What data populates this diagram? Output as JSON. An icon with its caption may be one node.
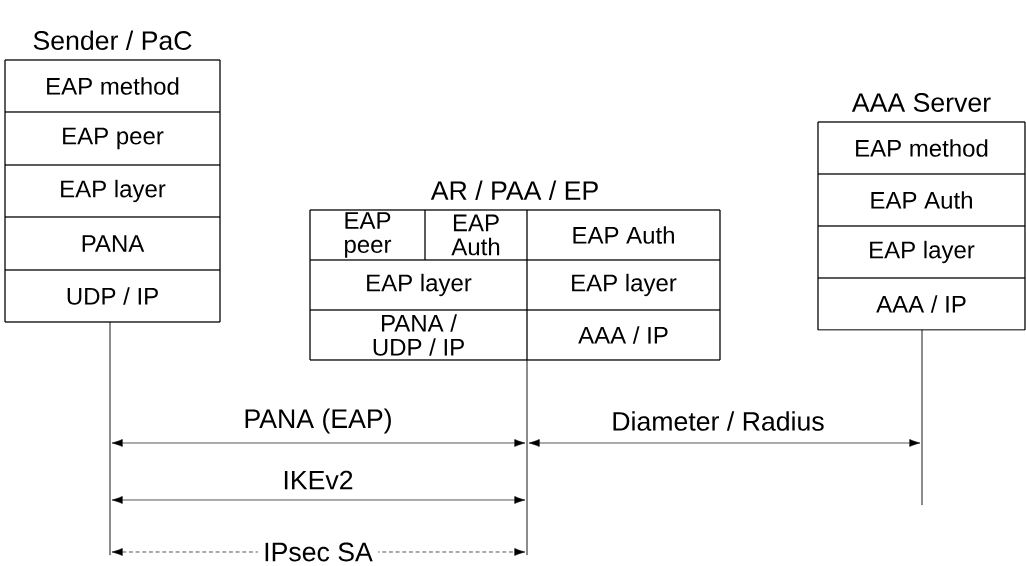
{
  "diagram": {
    "nodes": [
      {
        "text": [
          "Sender / PaC"
        ]
      },
      {
        "text": [
          "EAP method"
        ],
        "in": 0
      },
      {
        "text": [
          "EAP peer"
        ],
        "in": 0
      },
      {
        "text": [
          "EAP layer"
        ],
        "in": 0
      },
      {
        "text": [
          "PANA"
        ],
        "in": 0
      },
      {
        "text": [
          "UDP / IP"
        ],
        "in": 0
      },
      {
        "text": [
          "AR / PAA / EP"
        ]
      },
      {
        "text": [
          "EAP peer"
        ],
        "in": 6
      },
      {
        "text": [
          "EAP Auth"
        ],
        "in": 6
      },
      {
        "text": [
          "EAP Auth"
        ],
        "in": 6
      },
      {
        "text": [
          "EAP layer"
        ],
        "in": 6
      },
      {
        "text": [
          "EAP layer"
        ],
        "in": 6
      },
      {
        "text": [
          "PANA / UDP / IP"
        ],
        "in": 6
      },
      {
        "text": [
          "AAA / IP"
        ],
        "in": 6
      },
      {
        "text": [
          "AAA Server"
        ]
      },
      {
        "text": [
          "EAP method"
        ],
        "in": 14
      },
      {
        "text": [
          "EAP Auth"
        ],
        "in": 14
      },
      {
        "text": [
          "EAP layer"
        ],
        "in": 14
      },
      {
        "text": [
          "AAA / IP"
        ],
        "in": 14
      },
      {
        "text": [],
        "shape": "line"
      },
      {
        "text": [],
        "shape": "line"
      },
      {
        "text": [],
        "shape": "line"
      }
    ],
    "edges": [
      {
        "from": 19,
        "to": 20,
        "arrow": "both",
        "label": "PANA (EAP)"
      },
      {
        "from": 20,
        "to": 21,
        "arrow": "both",
        "label": "Diameter / Radius"
      },
      {
        "from": 19,
        "to": 20,
        "arrow": "both",
        "label": "IKEv2"
      },
      {
        "from": 19,
        "to": 20,
        "arrow": "both",
        "label": "IPsec SA",
        "style": "dashed"
      }
    ]
  }
}
